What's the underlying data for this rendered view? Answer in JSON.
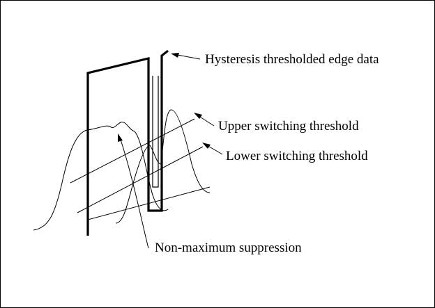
{
  "diagram": {
    "labels": {
      "hysteresis_output": "Hysteresis thresholded edge data",
      "upper_threshold": "Upper switching threshold",
      "lower_threshold": "Lower switching threshold",
      "nms": "Non-maximum suppression"
    },
    "colors": {
      "ink": "#000000",
      "background": "#ffffff"
    }
  }
}
